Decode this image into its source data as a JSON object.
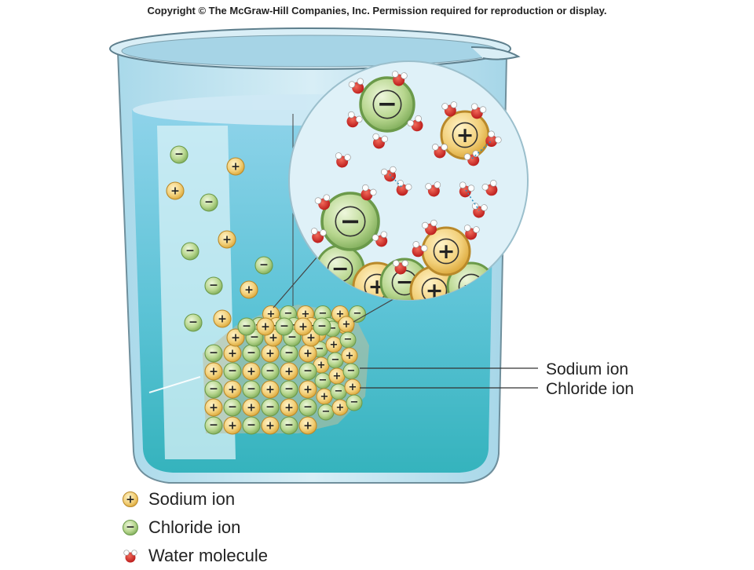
{
  "copyright": "Copyright © The McGraw-Hill Companies, Inc. Permission required for reproduction or display.",
  "signs": {
    "positive": "+",
    "negative": "−"
  },
  "callouts": {
    "sodium": "Sodium ion",
    "chloride": "Chloride ion"
  },
  "legend": [
    {
      "key": "sodium",
      "label": "Sodium ion",
      "icon": "sodium-ion-icon"
    },
    {
      "key": "chloride",
      "label": "Chloride ion",
      "icon": "chloride-ion-icon"
    },
    {
      "key": "water",
      "label": "Water molecule",
      "icon": "water-molecule-icon"
    }
  ],
  "colors": {
    "water_top": "#7ecde6",
    "water_bottom": "#3fb9c4",
    "beaker_glass": "#cfe8f2",
    "sodium_fill": "#f3d98a",
    "sodium_edge": "#d9a93a",
    "chloride_fill": "#c6dea2",
    "chloride_edge": "#7aa85a",
    "water_molecule": "#d42a2a"
  }
}
